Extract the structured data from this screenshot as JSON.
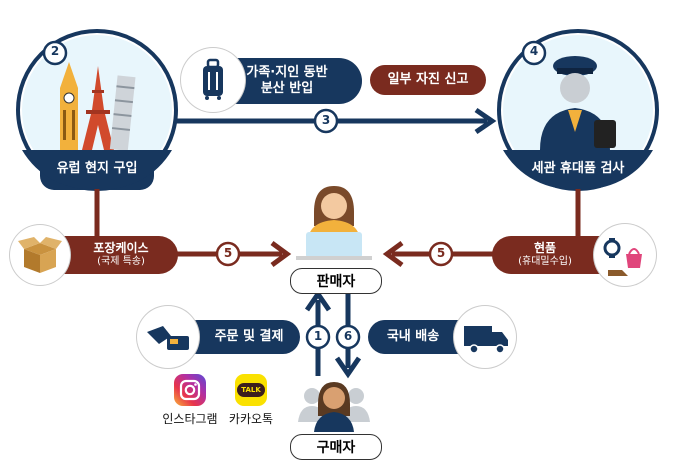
{
  "nodes": {
    "europe": {
      "num": "2",
      "label": "유럽 현지 구입"
    },
    "customs": {
      "num": "4",
      "label": "세관 휴대품 검사"
    },
    "seller": {
      "label": "판매자"
    },
    "buyer": {
      "label": "구매자"
    }
  },
  "steps": {
    "carry_line1": "가족·지인 동반",
    "carry_line2": "분산 반입",
    "self_report": "일부 자진 신고",
    "box_title": "포장케이스",
    "box_sub": "(국제 특송)",
    "goods_title": "현품",
    "goods_sub": "(휴대밀수입)",
    "order": "주문 및 결제",
    "domestic": "국내 배송"
  },
  "arrow_numbers": {
    "a3": "3",
    "a5_left": "5",
    "a5_right": "5",
    "a1": "1",
    "a6": "6"
  },
  "apps": {
    "instagram": "인스타그램",
    "kakao": "카카오톡",
    "kakao_icon_text": "TALK"
  },
  "colors": {
    "navy": "#17375e",
    "maroon": "#7a2b1f",
    "sky": "#9dd7ef"
  }
}
